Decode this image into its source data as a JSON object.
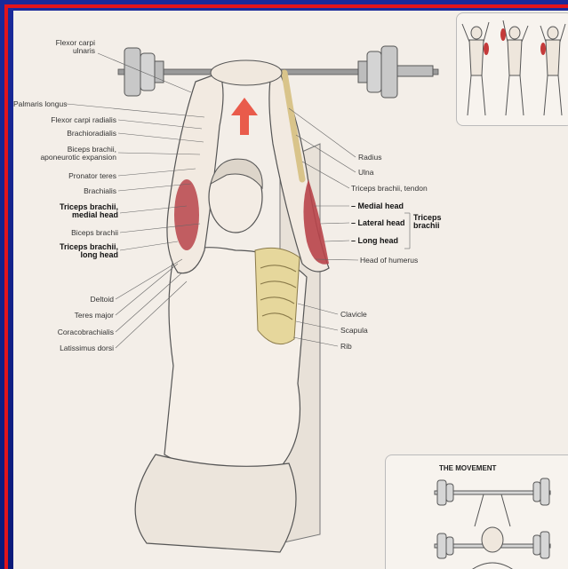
{
  "left_labels": [
    {
      "text": "Flexor carpi\nulnaris",
      "bold": false
    },
    {
      "text": "Palmaris longus",
      "bold": false
    },
    {
      "text": "Flexor carpi radialis",
      "bold": false
    },
    {
      "text": "Brachioradialis",
      "bold": false
    },
    {
      "text": "Biceps brachii,\naponeurotic expansion",
      "bold": false
    },
    {
      "text": "Pronator teres",
      "bold": false
    },
    {
      "text": "Brachialis",
      "bold": false
    },
    {
      "text": "Triceps brachii,\nmedial head",
      "bold": true
    },
    {
      "text": "Biceps brachii",
      "bold": false
    },
    {
      "text": "Triceps brachii,\nlong head",
      "bold": true
    },
    {
      "text": "Deltoid",
      "bold": false
    },
    {
      "text": "Teres major",
      "bold": false
    },
    {
      "text": "Coracobrachialis",
      "bold": false
    },
    {
      "text": "Latissimus dorsi",
      "bold": false
    }
  ],
  "right_labels": [
    {
      "text": "Radius",
      "bold": false
    },
    {
      "text": "Ulna",
      "bold": false
    },
    {
      "text": "Triceps brachii, tendon",
      "bold": false
    },
    {
      "text": "– Medial head",
      "bold": true
    },
    {
      "text": "– Lateral head",
      "bold": true
    },
    {
      "text": "– Long head",
      "bold": true
    },
    {
      "text": "Head of humerus",
      "bold": false
    },
    {
      "text": "Clavicle",
      "bold": false
    },
    {
      "text": "Scapula",
      "bold": false
    },
    {
      "text": "Rib",
      "bold": false
    }
  ],
  "group_label": "Triceps\nbrachii",
  "movement_title": "THE MOVEMENT",
  "colors": {
    "frame_blue": "#1a2a9a",
    "frame_red": "#e3141b",
    "muscle": "#b8444a",
    "bone": "#d9c48a",
    "arrow": "#e84a3a"
  }
}
